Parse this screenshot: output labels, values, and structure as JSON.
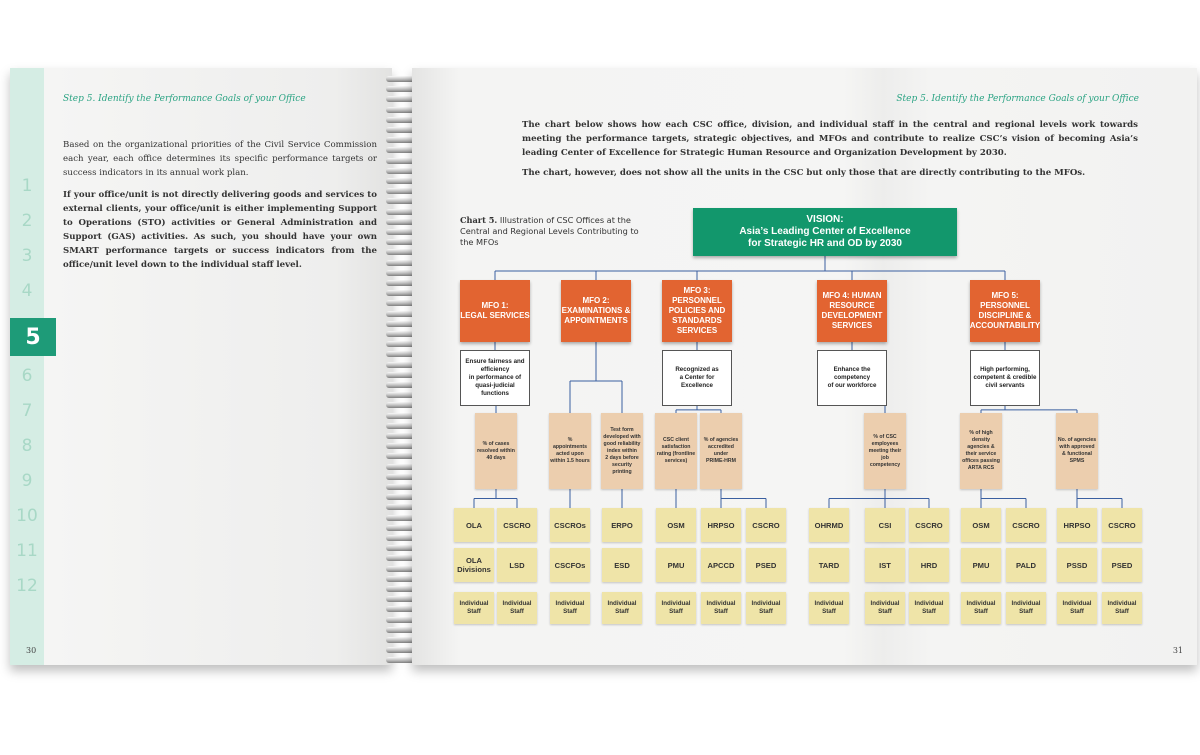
{
  "left_page": {
    "step_header": "Step 5. Identify the Performance Goals of your Office",
    "tabs": [
      "1",
      "2",
      "3",
      "4",
      "5",
      "6",
      "7",
      "8",
      "9",
      "10",
      "11",
      "12"
    ],
    "active_tab": "5",
    "paragraph_1": "Based on the organizational priorities of the Civil Service Commission each year, each office determines its specific performance targets or success indicators in its annual work plan.",
    "paragraph_2": "If your office/unit is not directly delivering goods and services to external clients, your office/unit is either implementing Support to Operations (STO) activities or General Administration and Support (GAS) activities. As such, you should have your own SMART performance targets or success indicators from the office/unit level down to the individual staff level.",
    "page_number": "30"
  },
  "right_page": {
    "step_header": "Step 5. Identify the Performance Goals of your Office",
    "paragraph_1": "The chart below shows how each CSC office, division, and individual staff in the central and regional levels work towards meeting the performance targets, strategic objectives, and MFOs and contribute to realize CSC’s vision of becoming Asia’s leading Center of Excellence for Strategic Human Resource and Organization Development by 2030.",
    "paragraph_2": "The chart, however, does not show all the units in the CSC but only those that are directly contributing to the MFOs.",
    "chart_label": "Chart 5.",
    "chart_caption": "Illustration of CSC Offices at the Central and Regional Levels Contributing to the MFOs",
    "page_number": "31"
  },
  "diagram": {
    "vision": "VISION:\nAsia’s Leading Center of Excellence\nfor Strategic HR and OD by 2030",
    "colors": {
      "vision": "#12976c",
      "mfo": "#e26431",
      "indicator": "#ecceae",
      "unit": "#efe4a8",
      "line": "#3a5fa0"
    },
    "mfos": [
      {
        "title": "MFO 1:\nLEGAL SERVICES",
        "goal": "Ensure fairness and\nefficiency\nin performance of\nquasi-judicial functions",
        "indicators": [
          {
            "text": "% of cases\nresolved within\n40 days",
            "units": [
              [
                "OLA",
                "OLA\nDivisions",
                "Individual\nStaff"
              ],
              [
                "CSCRO",
                "LSD",
                "Individual\nStaff"
              ]
            ]
          }
        ]
      },
      {
        "title": "MFO 2:\nEXAMINATIONS &\nAPPOINTMENTS",
        "goal": "",
        "indicators": [
          {
            "text": "% appointments\nacted upon\nwithin 1.5 hours",
            "units": [
              [
                "CSCROs",
                "CSCFOs",
                "Individual\nStaff"
              ]
            ]
          },
          {
            "text": "Test form\ndeveloped with\ngood reliability\nindex within\n2 days before\nsecurity printing",
            "units": [
              [
                "ERPO",
                "ESD",
                "Individual\nStaff"
              ]
            ]
          }
        ]
      },
      {
        "title": "MFO 3: PERSONNEL\nPOLICIES AND\nSTANDARDS\nSERVICES",
        "goal": "Recognized as\na Center for Excellence",
        "indicators": [
          {
            "text": "CSC client\nsatisfaction\nrating (frontline\nservices)",
            "units": [
              [
                "OSM",
                "PMU",
                "Individual\nStaff"
              ]
            ]
          },
          {
            "text": "% of agencies\naccredited under\nPRIME-HRM",
            "units": [
              [
                "HRPSO",
                "APCCD",
                "Individual\nStaff"
              ],
              [
                "CSCRO",
                "PSED",
                "Individual\nStaff"
              ]
            ]
          }
        ]
      },
      {
        "title": "MFO 4: HUMAN\nRESOURCE\nDEVELOPMENT\nSERVICES",
        "goal": "Enhance the competency\nof our workforce",
        "indicators": [
          {
            "text": "% of CSC\nemployees\nmeeting their job\ncompetency",
            "units": [
              [
                "OHRMD",
                "TARD",
                "Individual\nStaff"
              ],
              [
                "CSI",
                "IST",
                "Individual\nStaff"
              ],
              [
                "CSCRO",
                "HRD",
                "Individual\nStaff"
              ]
            ]
          }
        ]
      },
      {
        "title": "MFO 5: PERSONNEL\nDISCIPLINE &\nACCOUNTABILITY",
        "goal": "High performing,\ncompetent & credible\ncivil servants",
        "indicators": [
          {
            "text": "% of high\ndensity\nagencies &\ntheir service\noffices passing\nARTA RCS",
            "units": [
              [
                "OSM",
                "PMU",
                "Individual\nStaff"
              ],
              [
                "CSCRO",
                "PALD",
                "Individual\nStaff"
              ]
            ]
          },
          {
            "text": "No. of agencies\nwith approved\n& functional\nSPMS",
            "units": [
              [
                "HRPSO",
                "PSSD",
                "Individual\nStaff"
              ],
              [
                "CSCRO",
                "PSED",
                "Individual\nStaff"
              ]
            ]
          }
        ]
      }
    ]
  }
}
